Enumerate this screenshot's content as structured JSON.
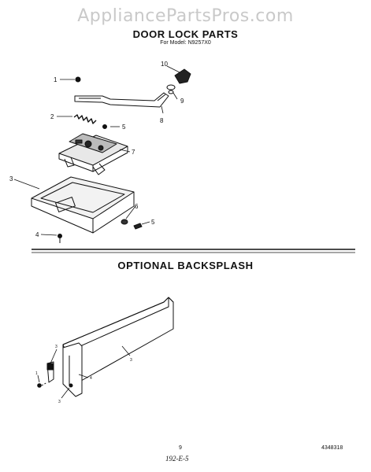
{
  "watermark": "AppliancePartsPros.com",
  "section1": {
    "title": "DOOR LOCK PARTS",
    "subtitle": "For Model: N9257X0"
  },
  "section2": {
    "title": "OPTIONAL BACKSPLASH"
  },
  "callouts_top": [
    "1",
    "2",
    "3",
    "4",
    "5",
    "6",
    "5",
    "7",
    "8",
    "9",
    "10"
  ],
  "callouts_bottom": [
    "1",
    "3",
    "4",
    "3",
    "3"
  ],
  "footer": {
    "page_number": "9",
    "part_number": "4348318",
    "handwritten": "192-E-5"
  }
}
